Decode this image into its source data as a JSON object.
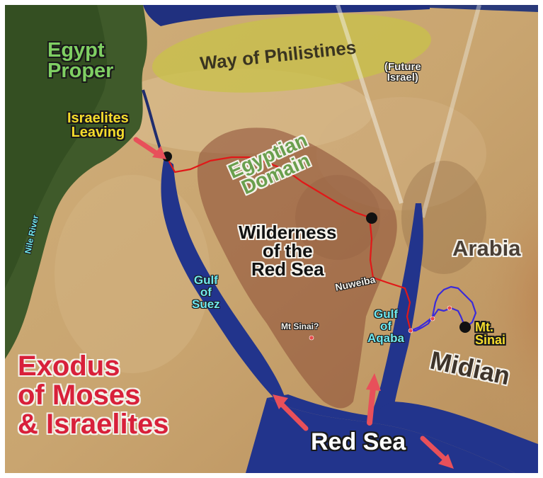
{
  "map": {
    "labels": {
      "egypt_proper": "Egypt\nProper",
      "way_of_philistines": "Way of Philistines",
      "future_israel": "(Future\nIsrael)",
      "israelites_leaving": "Israelites\nLeaving",
      "egyptian_domain": "Egyptian\nDomain",
      "nile_river": "Nile River",
      "wilderness": "Wilderness\nof the\nRed Sea",
      "arabia": "Arabia",
      "gulf_of_suez": "Gulf\nof\nSuez",
      "nuweiba": "Nuweiba",
      "gulf_of_aqaba": "Gulf\nof\nAqaba",
      "mt_sinai_question": "Mt Sinai?",
      "mt_sinai": "Mt.\nSinai",
      "midian": "Midian",
      "exodus_title": "Exodus\nof Moses\n& Israelites",
      "red_sea": "Red Sea"
    },
    "colors": {
      "desert": "#c9a570",
      "desert_light": "#d9bb8a",
      "desert_dark": "#a7814f",
      "sea": "#22348c",
      "nile_valley": "#3f5a2a",
      "egyptian_domain_overlay": "#8b4a35",
      "philistines_overlay": "#c8c24a",
      "route_red": "#e11818",
      "route_blue": "#3b2bd8",
      "title_red": "#d8203a",
      "label_yellow": "#f5dc2c",
      "label_green": "#7fcf63",
      "label_cyan": "#6fe7ef"
    }
  }
}
